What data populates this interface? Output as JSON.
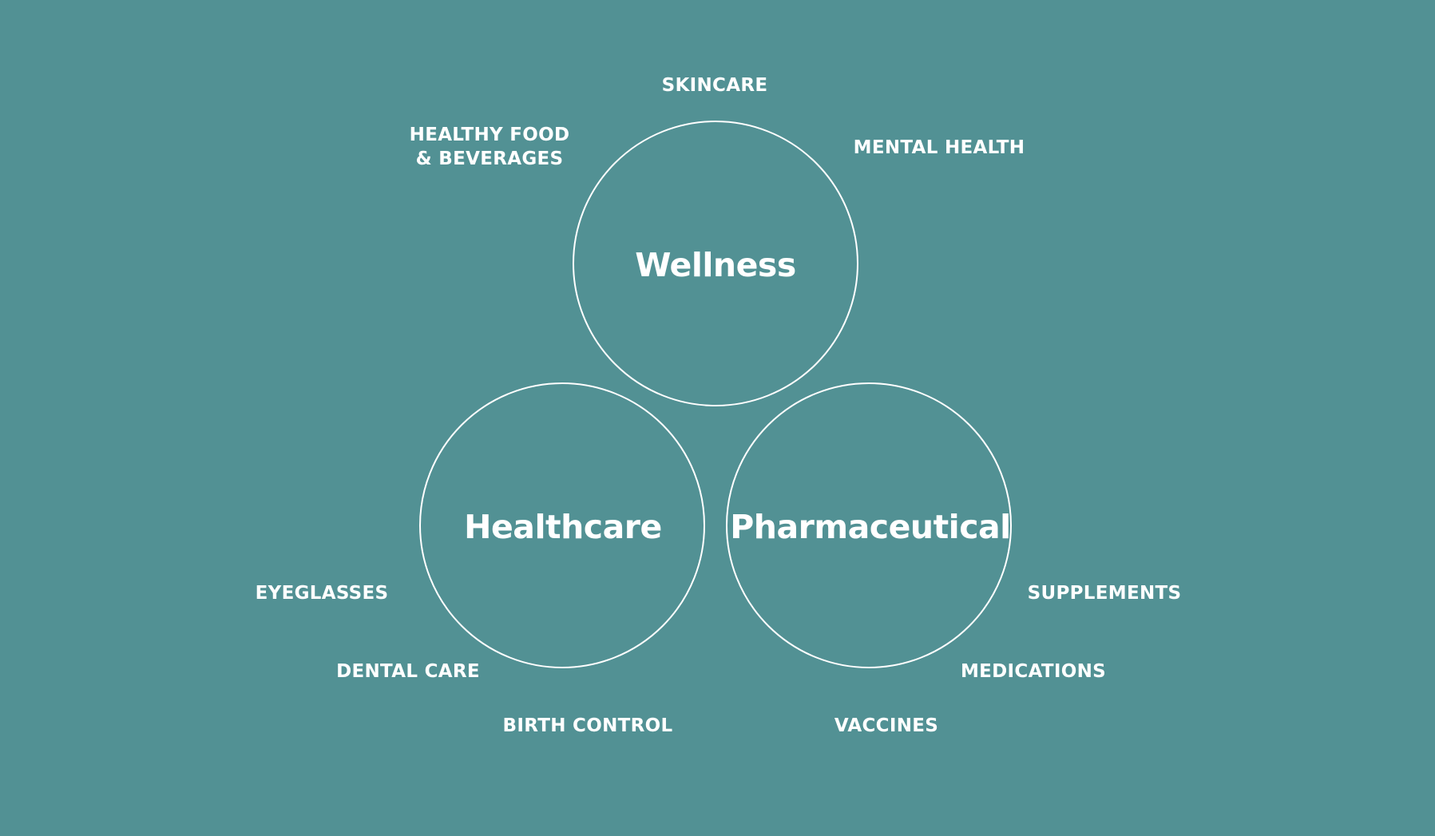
{
  "colors": {
    "background": "#529194",
    "foreground": "#ffffff"
  },
  "hubs": {
    "wellness": "Wellness",
    "healthcare": "Healthcare",
    "pharmaceutical": "Pharmaceutical"
  },
  "wellness_tags": {
    "skincare": "SKINCARE",
    "healthy_food_line1": "HEALTHY FOOD",
    "healthy_food_line2": "& BEVERAGES",
    "mental_health": "MENTAL HEALTH"
  },
  "healthcare_tags": {
    "eyeglasses": "EYEGLASSES",
    "dental_care": "DENTAL CARE",
    "birth_control": "BIRTH CONTROL"
  },
  "pharmaceutical_tags": {
    "supplements": "SUPPLEMENTS",
    "medications": "MEDICATIONS",
    "vaccines": "VACCINES"
  }
}
